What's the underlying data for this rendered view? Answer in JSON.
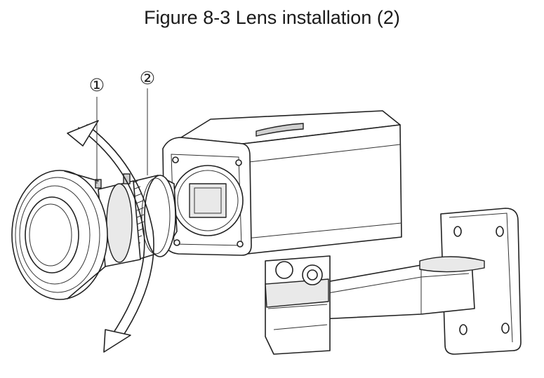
{
  "figure": {
    "title": "Figure 8-3 Lens installation (2)"
  },
  "callouts": [
    {
      "label": "①",
      "target": "lens-ring-1"
    },
    {
      "label": "②",
      "target": "lens-ring-2"
    }
  ],
  "icons": [
    "rotation-arrow-icon"
  ]
}
